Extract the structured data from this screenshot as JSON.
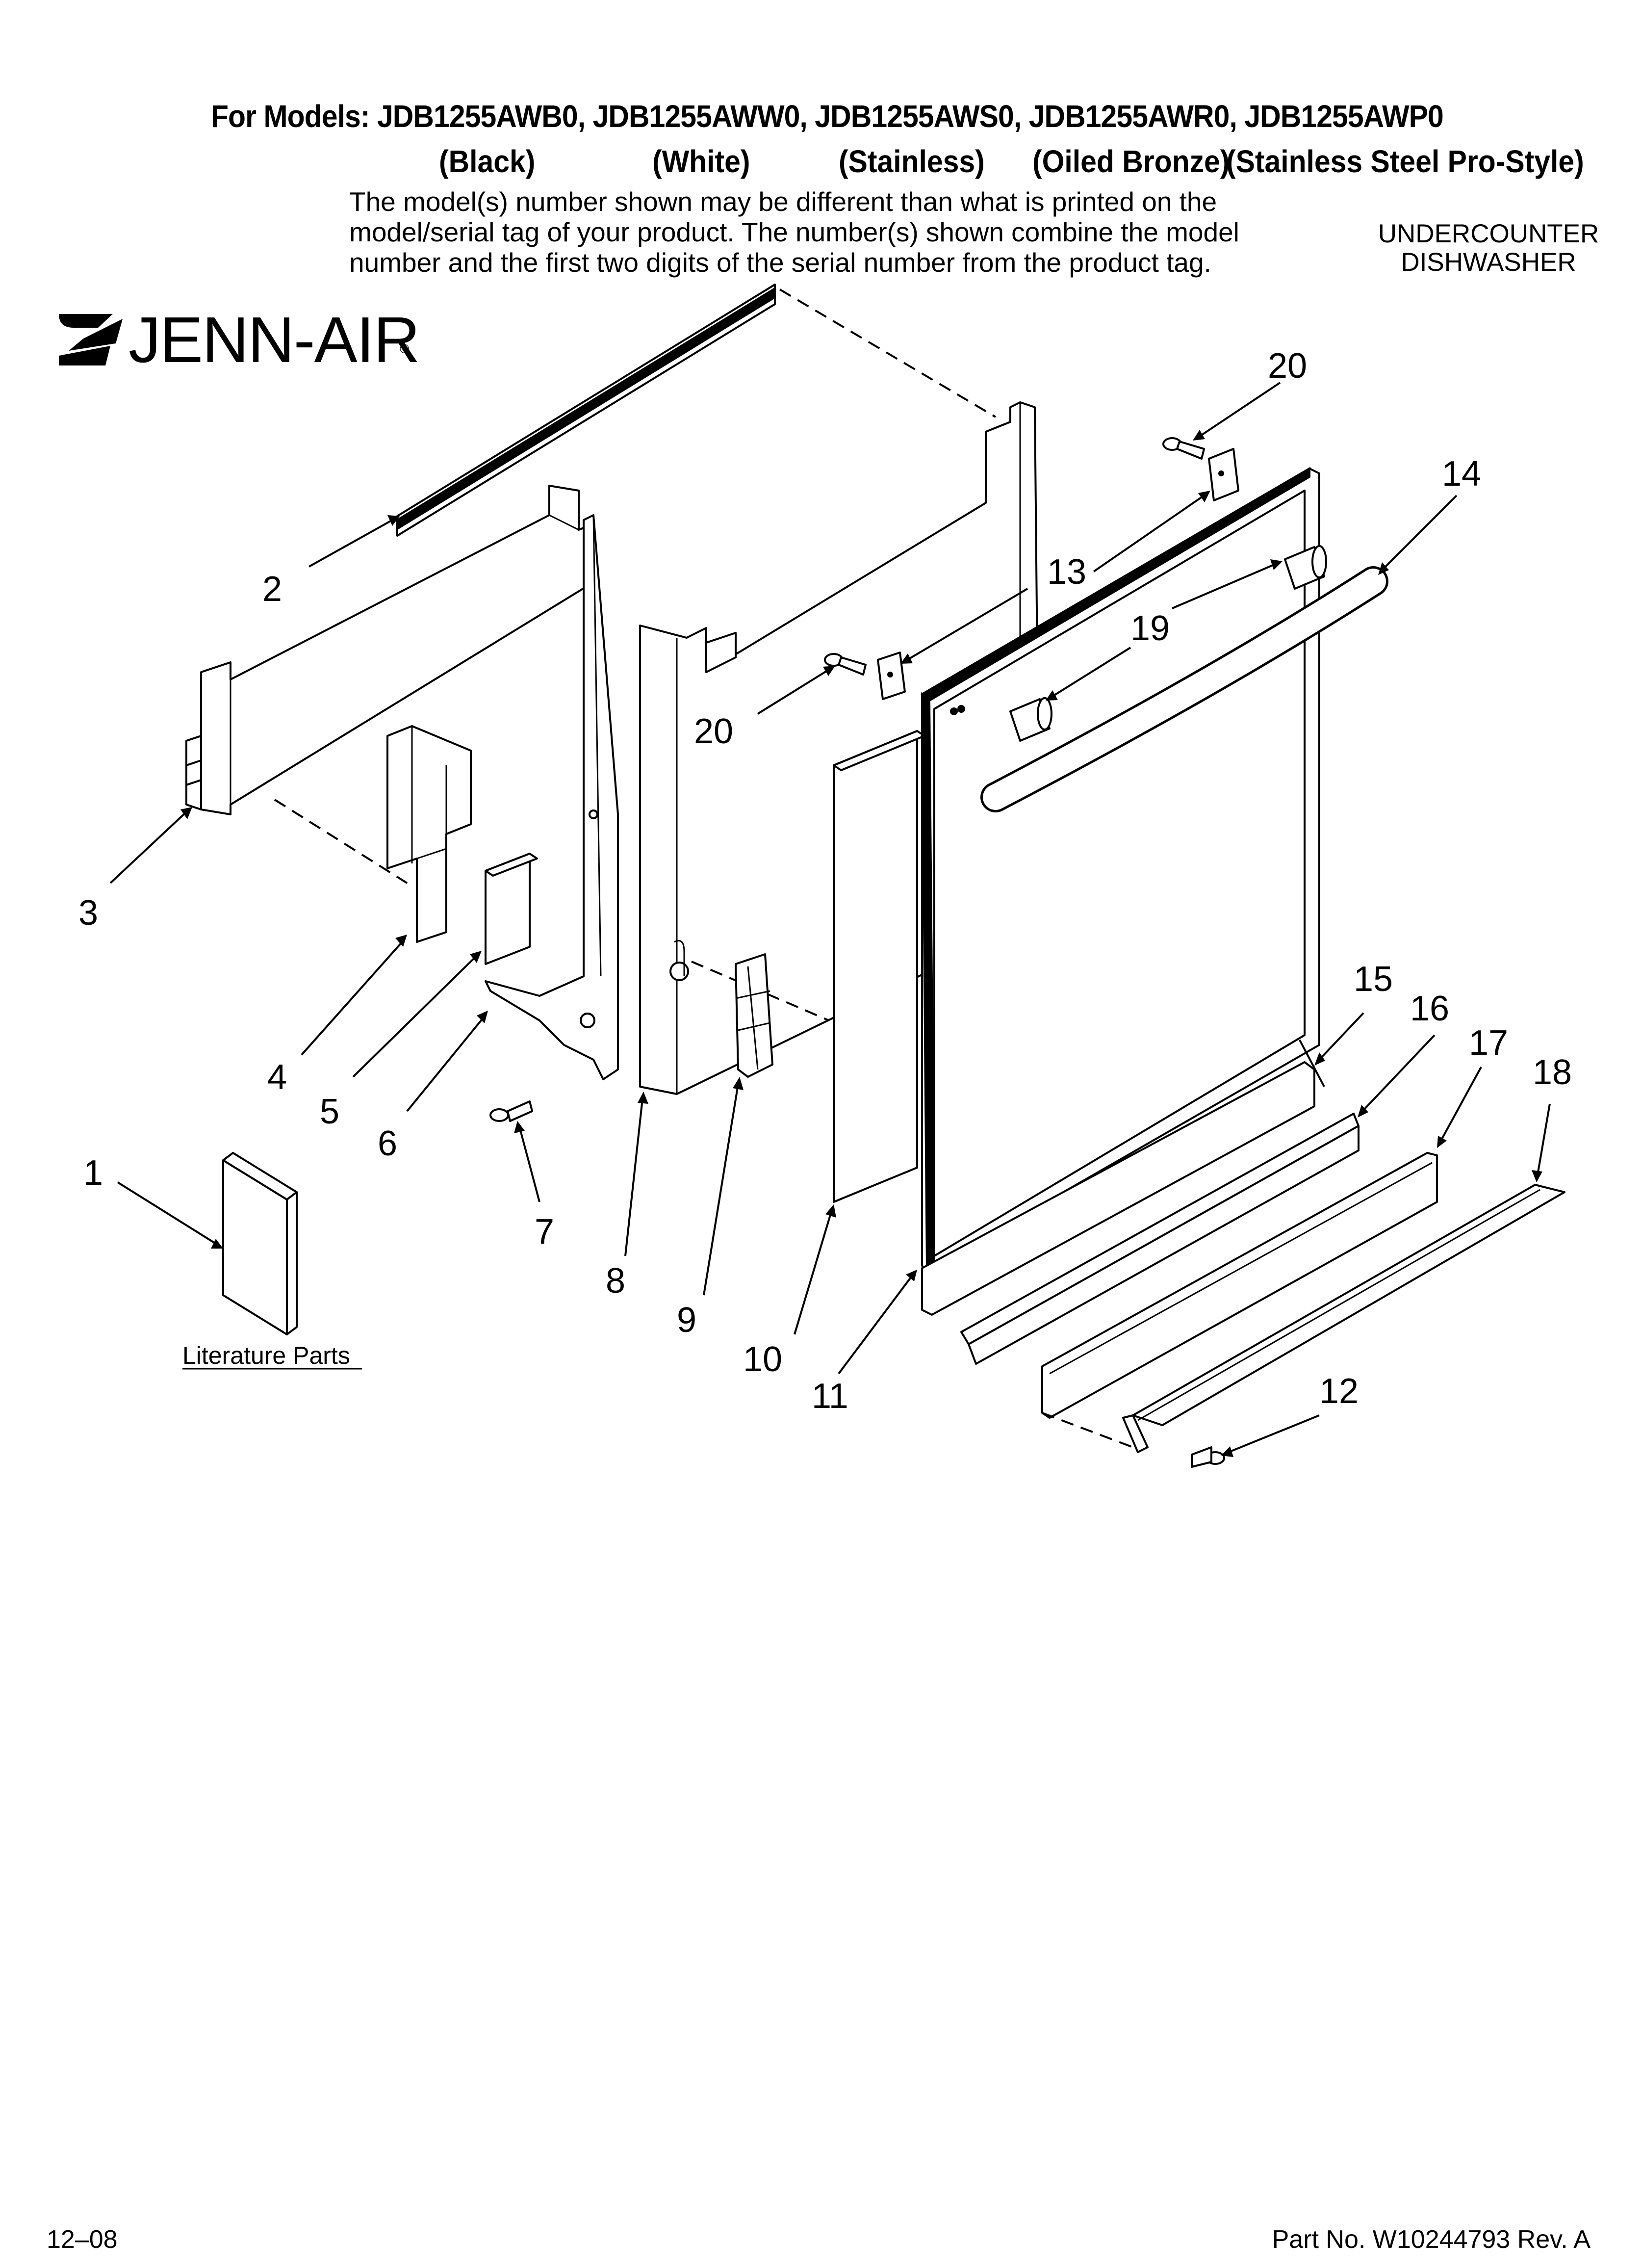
{
  "header": {
    "models_line": "For Models: JDB1255AWB0, JDB1255AWW0, JDB1255AWS0, JDB1255AWR0, JDB1255AWP0",
    "colors": [
      "(Black)",
      "(White)",
      "(Stainless)",
      "(Oiled Bronze)",
      "(Stainless Steel Pro-Style)"
    ],
    "note_lines": [
      "The model(s) number shown may be different than what is printed on the",
      "model/serial tag of your product. The number(s) shown combine the model",
      "number and the first two digits of the serial number from the product tag."
    ],
    "product_type": [
      "UNDERCOUNTER",
      "DISHWASHER"
    ]
  },
  "brand": {
    "logo_text": "JENN-AIR",
    "logo_icon": "jenn-air-logo-icon"
  },
  "callouts": [
    "1",
    "2",
    "3",
    "4",
    "5",
    "6",
    "7",
    "8",
    "9",
    "10",
    "11",
    "12",
    "13",
    "14",
    "15",
    "16",
    "17",
    "18",
    "19",
    "20",
    "20"
  ],
  "literature_label": "Literature Parts",
  "footer": {
    "date_code": "12–08",
    "part_number": "Part No. W10244793 Rev. A"
  }
}
